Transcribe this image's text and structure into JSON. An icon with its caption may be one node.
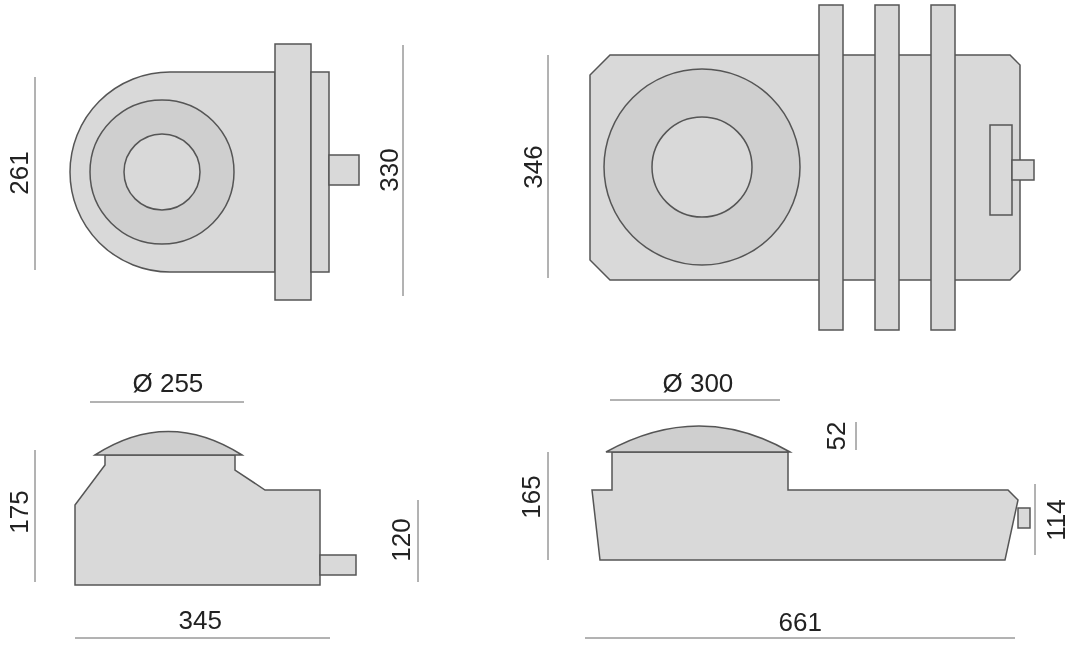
{
  "diagram": {
    "labels": [
      "261",
      "330",
      "346",
      "Ø 255",
      "Ø 300",
      "52",
      "175",
      "120",
      "165",
      "114",
      "345",
      "661"
    ]
  }
}
